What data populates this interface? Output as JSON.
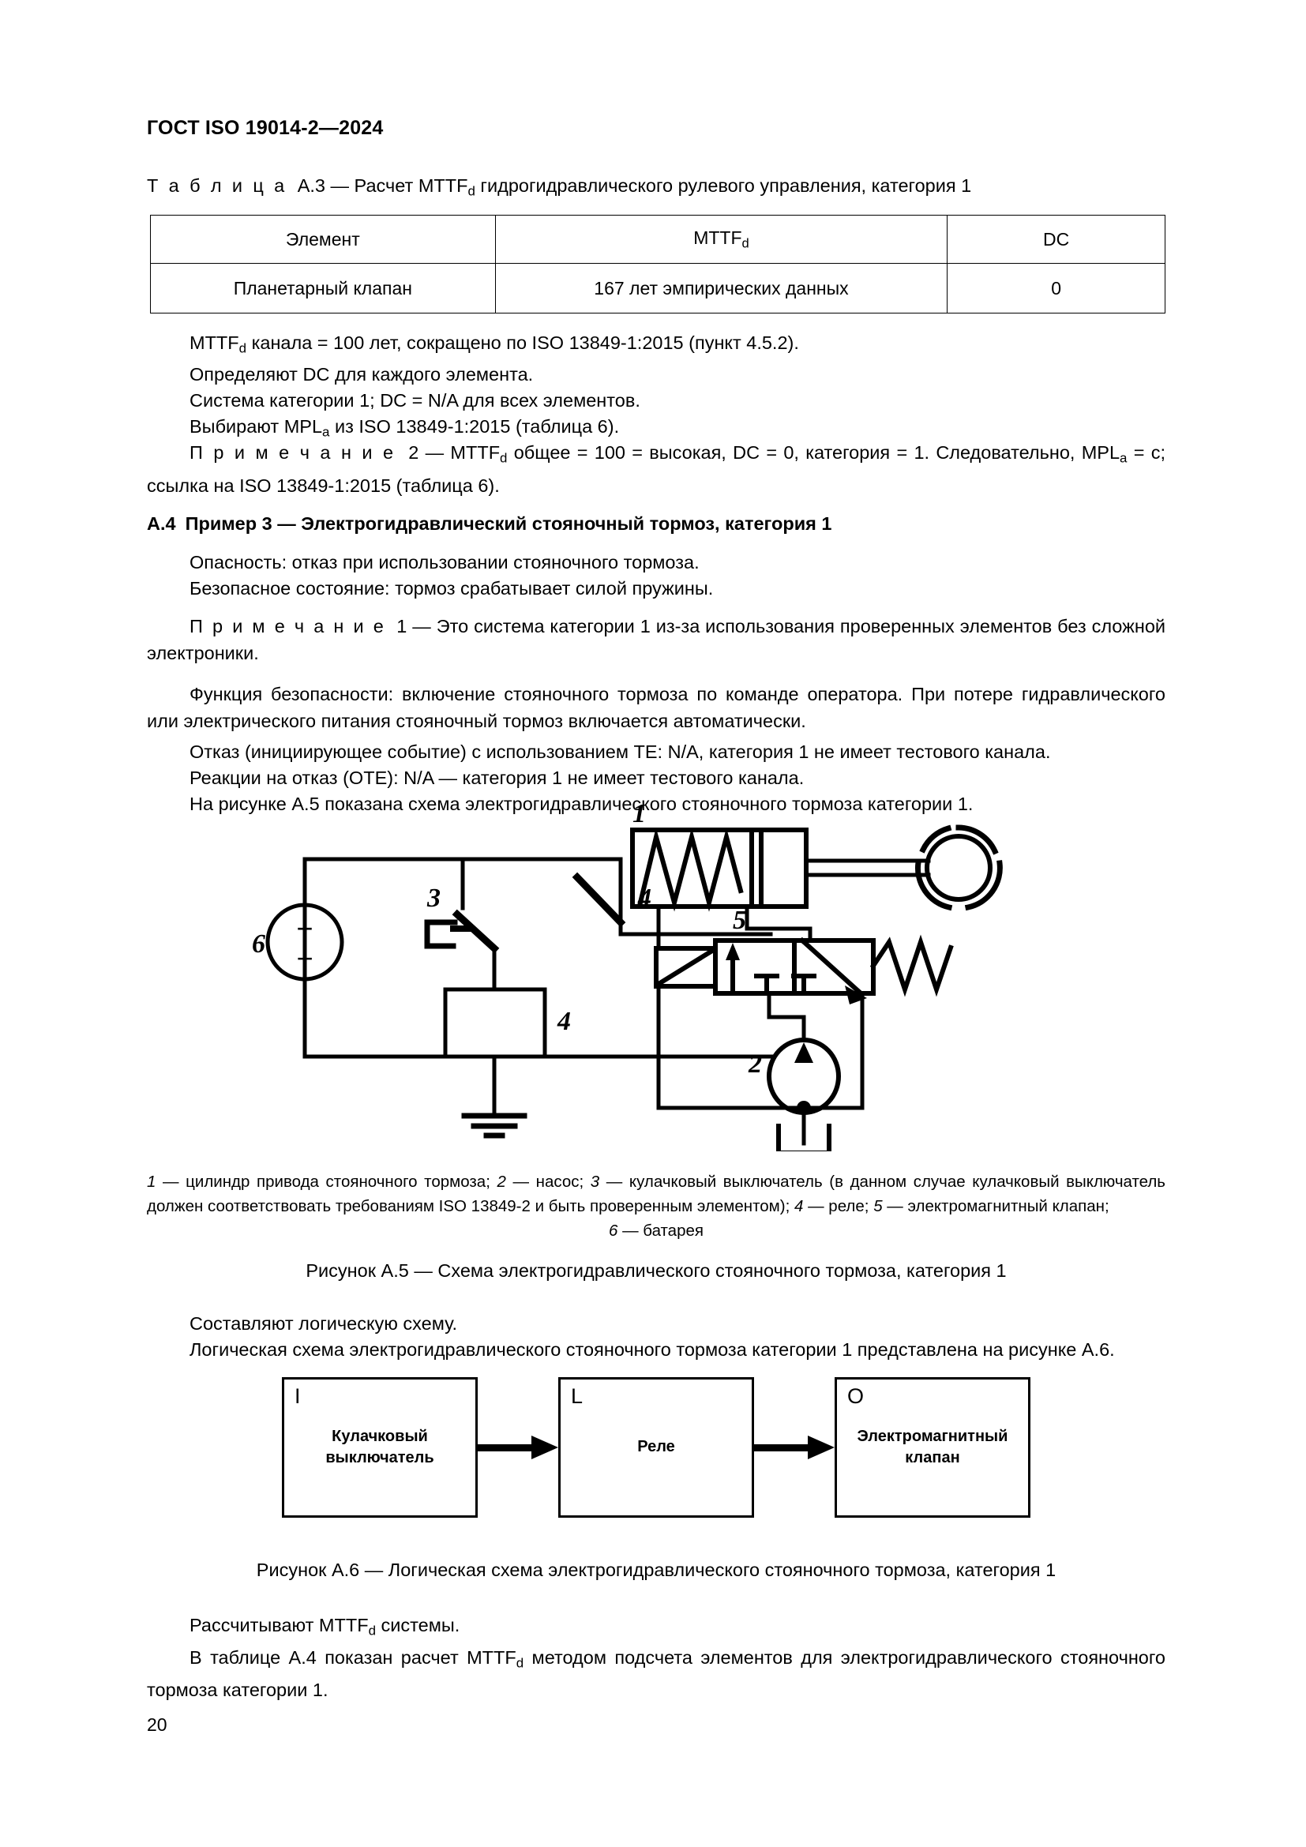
{
  "document": {
    "header": "ГОСТ ISO 19014-2—2024",
    "page_number": "20"
  },
  "table_a3": {
    "caption_label": "Т а б л и ц а",
    "caption_number": "А.3",
    "caption_dash": "—",
    "caption_text_before_sub": "Расчет MTTF",
    "caption_sub": "d",
    "caption_text_after_sub": "гидрогидравлического рулевого управления, категория 1",
    "columns": [
      "Элемент",
      "MTTF",
      "DC"
    ],
    "column_2_sub": "d",
    "rows": [
      [
        "Планетарный клапан",
        "167 лет эмпирических данных",
        "0"
      ]
    ]
  },
  "after_table": {
    "line1_a": "MTTF",
    "line1_sub": "d",
    "line1_b": " канала = 100 лет, сокращено по ISO 13849-1:2015 (пункт 4.5.2).",
    "line2": "Определяют DC для каждого элемента.",
    "line3": "Система категории 1; DC = N/A для всех элементов.",
    "line4_a": "Выбирают MPL",
    "line4_sub": "a",
    "line4_b": " из ISO 13849-1:2015 (таблица 6)."
  },
  "note2": {
    "label": "П р и м е ч а н и е",
    "number": "2",
    "dash": "—",
    "seg1": "MTTF",
    "sub1": "d",
    "seg2": " общее = 100 = высокая, DC = 0, категория = 1. Следовательно, MPL",
    "sub2": "a",
    "seg3": " = с; ссылка на ISO 13849-1:2015 (таблица 6)."
  },
  "section_a4": {
    "number": "А.4",
    "title": "Пример 3 — Электрогидравлический стояночный тормоз, категория 1",
    "hazard": "Опасность: отказ при использовании стояночного тормоза.",
    "safe_state": "Безопасное состояние: тормоз срабатывает силой пружины.",
    "note1": {
      "label": "П р и м е ч а н и е",
      "number": "1",
      "dash": "—",
      "text": "Это система категории 1 из-за использования проверенных элементов без сложной электроники."
    },
    "safety_function": "Функция безопасности: включение стояночного тормоза по команде оператора. При потере гидравлического или электрического питания стояночный тормоз включается автоматически.",
    "failure": "Отказ (инициирующее событие) с использованием ТЕ: N/A, категория 1 не имеет тестового канала.",
    "reaction": "Реакции на отказ (ОТЕ): N/A — категория 1 не имеет тестового канала.",
    "figure_ref": "На рисунке А.5 показана схема электрогидравлического стояночного тормоза категории 1."
  },
  "figure_a5": {
    "callouts": {
      "c1": "1",
      "c2": "2",
      "c3": "3",
      "c4_contact": "4",
      "c4_coil": "4",
      "c5": "5",
      "c6": "6"
    },
    "battery_plus": "+",
    "battery_minus": "−",
    "legend": {
      "part1_num": "1",
      "part1": " — цилиндр привода стояночного тормоза; ",
      "part2_num": "2",
      "part2": " — насос; ",
      "part3_num": "3",
      "part3": " — кулачковый выключатель (в данном случае кулачковый выключатель должен соответствовать требованиям ISO 13849-2 и быть проверенным элементом); ",
      "part4_num": "4",
      "part4": " — реле; ",
      "part5_num": "5",
      "part5": " — электромагнитный клапан;",
      "part6_num": "6",
      "part6": " — батарея"
    },
    "title": "Рисунок А.5 — Схема электрогидравлического стояночного тормоза, категория 1"
  },
  "after_figure_a5": {
    "line1": "Составляют логическую схему.",
    "line2": "Логическая схема электрогидравлического стояночного тормоза категории 1 представлена на рисунке А.6."
  },
  "figure_a6": {
    "boxes": [
      {
        "corner": "I",
        "label": "Кулачковый\nвыключатель"
      },
      {
        "corner": "L",
        "label": "Реле"
      },
      {
        "corner": "O",
        "label": "Электромагнитный\nклапан"
      }
    ],
    "title": "Рисунок А.6 — Логическая схема электрогидравлического стояночного тормоза, категория 1"
  },
  "closing": {
    "line1_a": "Рассчитывают MTTF",
    "line1_sub": "d",
    "line1_b": " системы.",
    "line2_a": "В таблице А.4 показан расчет MTTF",
    "line2_sub": "d",
    "line2_b": " методом подсчета элементов для электрогидравлического стояночного тормоза категории 1."
  }
}
